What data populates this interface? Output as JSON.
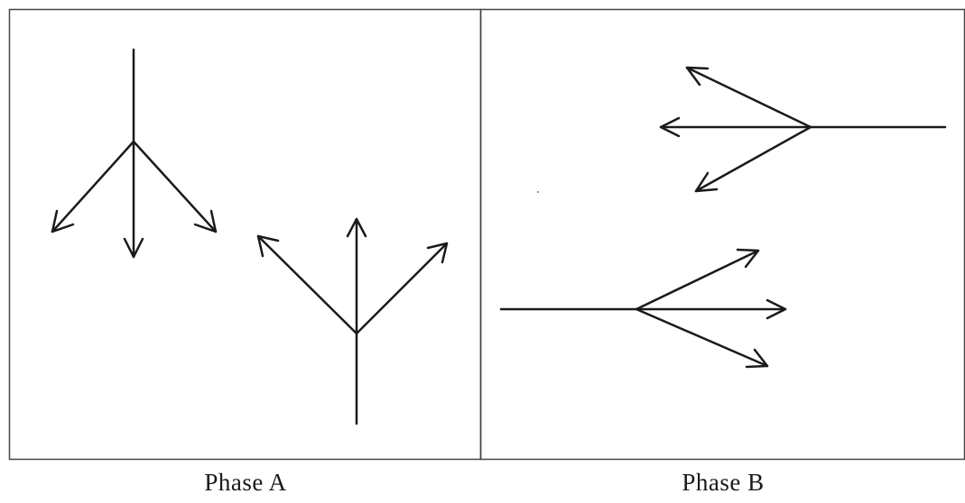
{
  "panels": [
    {
      "id": "phase-a",
      "caption": "Phase A"
    },
    {
      "id": "phase-b",
      "caption": "Phase B"
    }
  ],
  "colors": {
    "stroke": "#1a1a1a",
    "frame": "#444444",
    "background": "#ffffff"
  },
  "icons": {
    "arrow-head": "chevron-arrowhead"
  }
}
